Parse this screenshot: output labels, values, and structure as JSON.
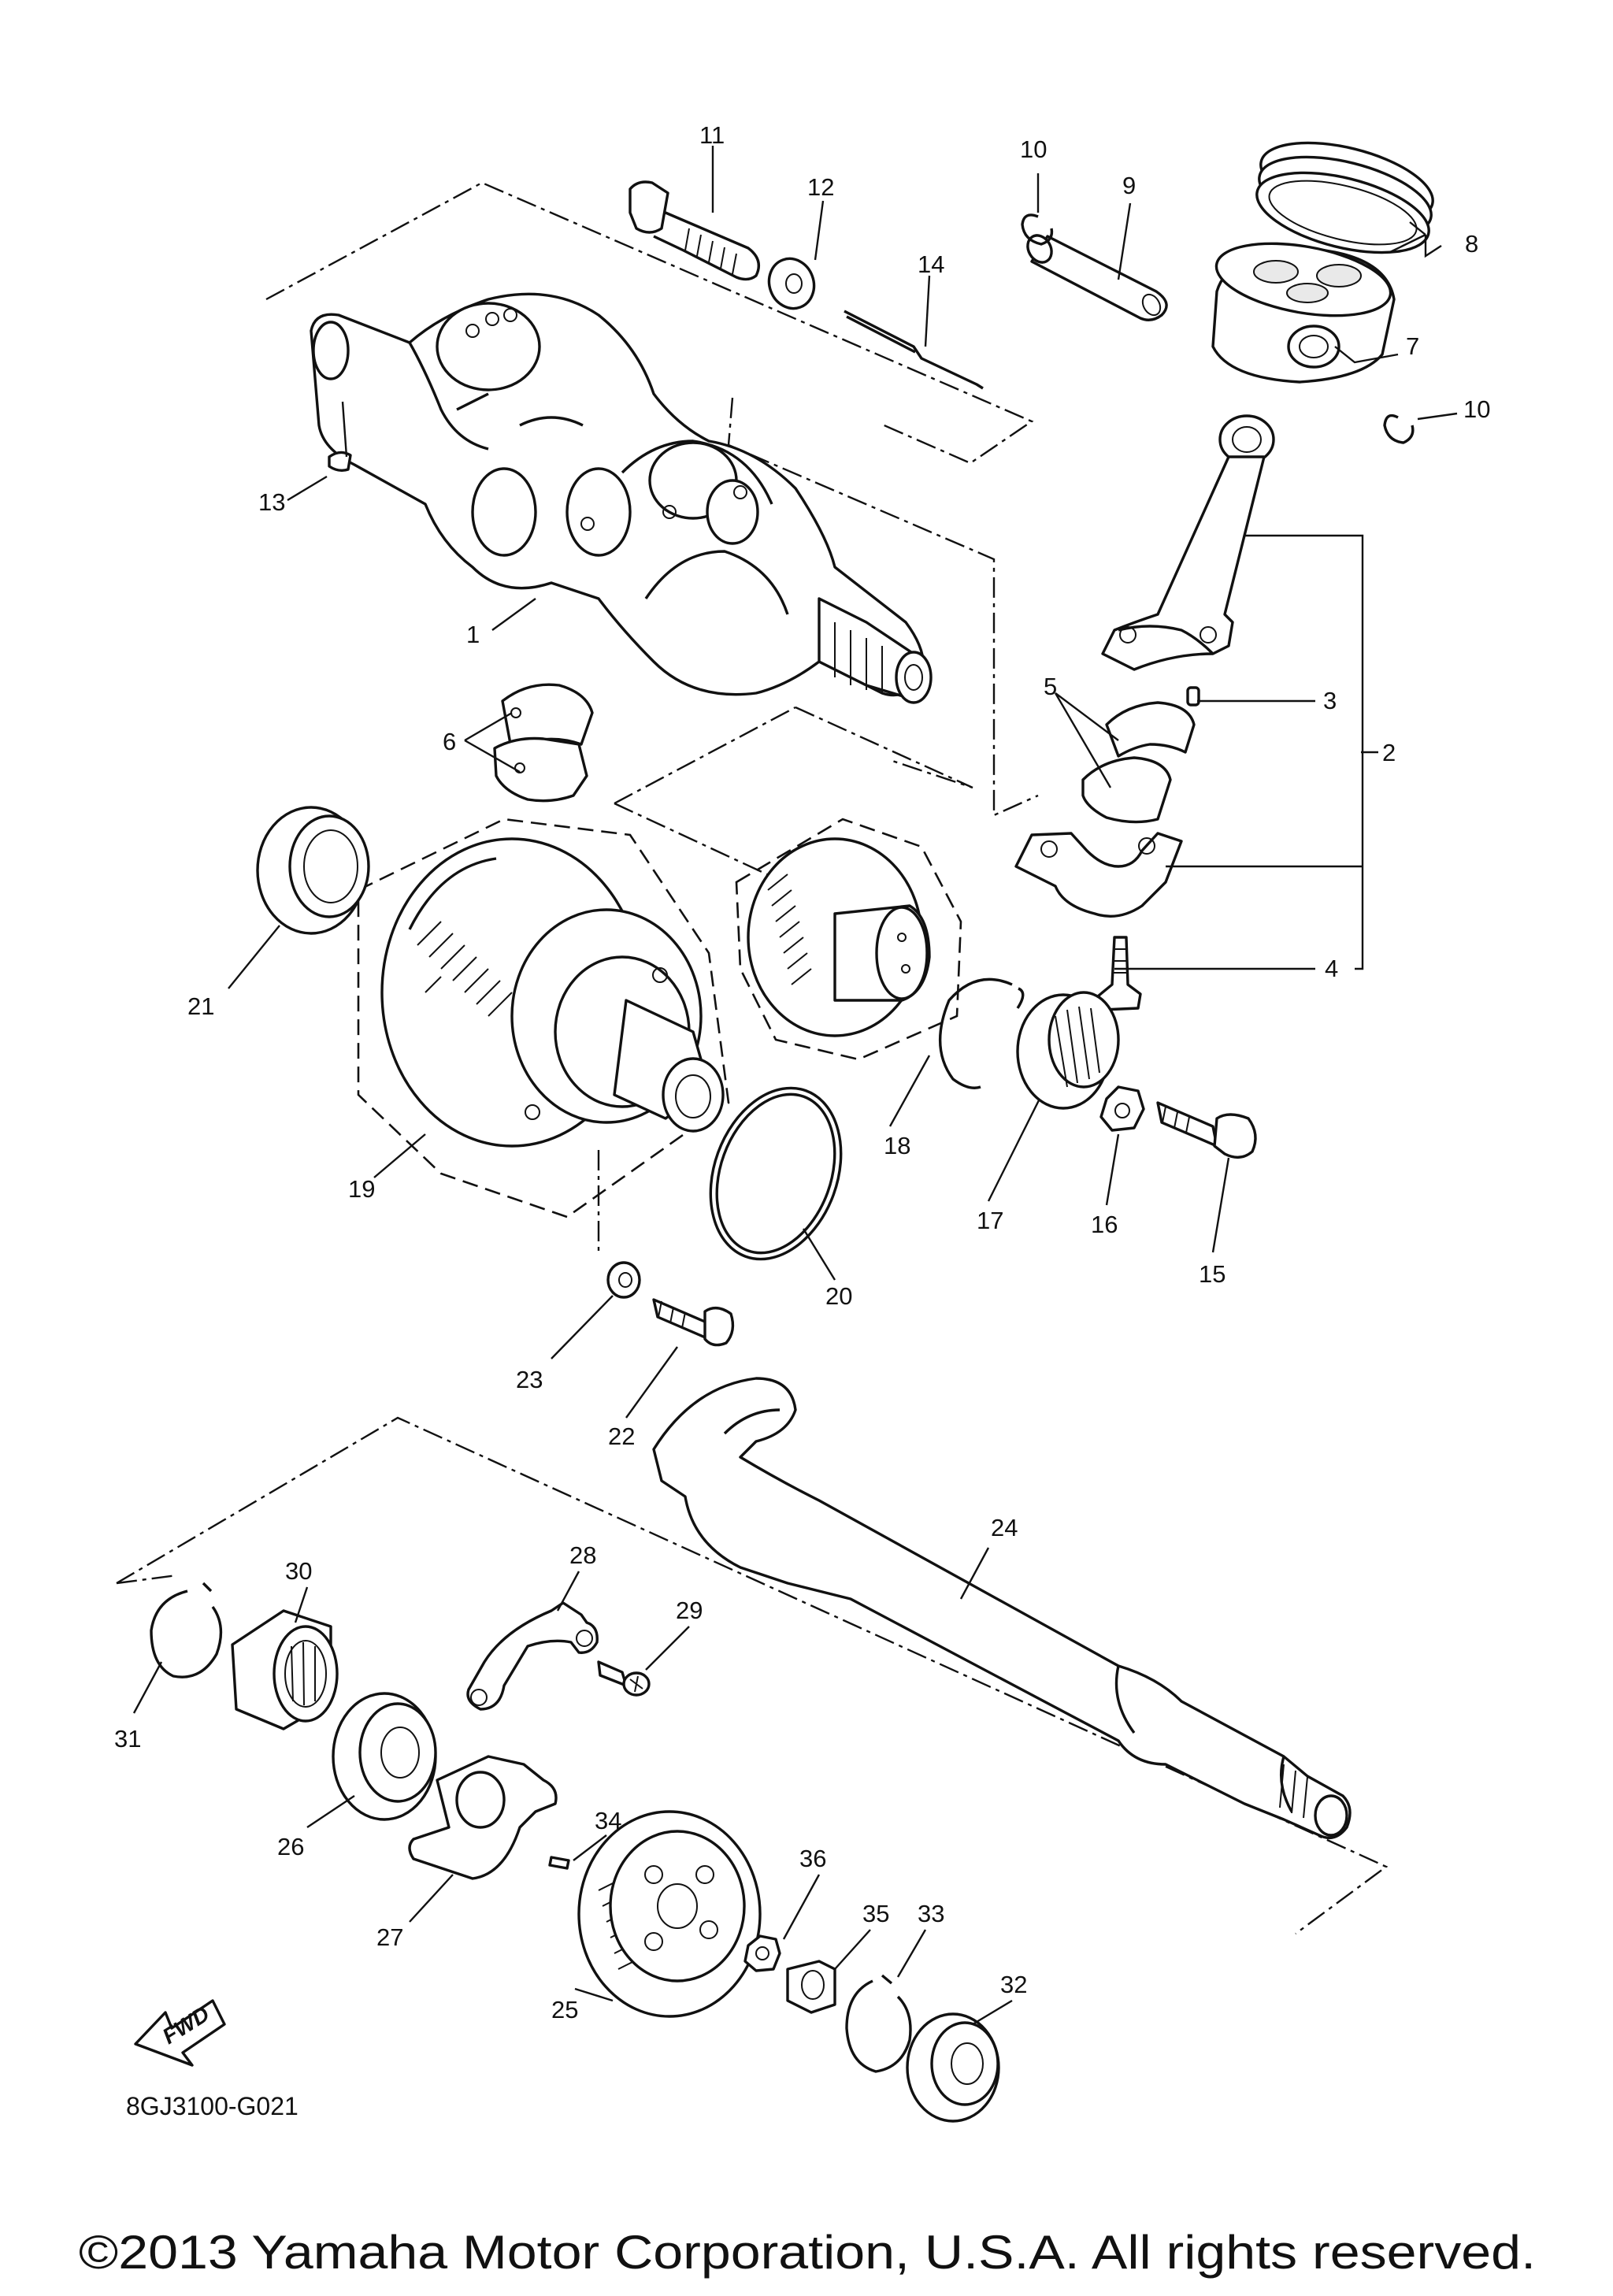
{
  "diagram": {
    "diagram_code": "8GJ3100-G021",
    "copyright": "©2013 Yamaha Motor Corporation, U.S.A. All rights reserved.",
    "fwd_label": "FWD",
    "callouts": [
      {
        "id": "c1",
        "label": "1"
      },
      {
        "id": "c2",
        "label": "2"
      },
      {
        "id": "c3",
        "label": "3"
      },
      {
        "id": "c4",
        "label": "4"
      },
      {
        "id": "c5",
        "label": "5"
      },
      {
        "id": "c6",
        "label": "6"
      },
      {
        "id": "c7",
        "label": "7"
      },
      {
        "id": "c8",
        "label": "8"
      },
      {
        "id": "c9",
        "label": "9"
      },
      {
        "id": "c10a",
        "label": "10"
      },
      {
        "id": "c10b",
        "label": "10"
      },
      {
        "id": "c11",
        "label": "11"
      },
      {
        "id": "c12",
        "label": "12"
      },
      {
        "id": "c13",
        "label": "13"
      },
      {
        "id": "c14",
        "label": "14"
      },
      {
        "id": "c15",
        "label": "15"
      },
      {
        "id": "c16",
        "label": "16"
      },
      {
        "id": "c17",
        "label": "17"
      },
      {
        "id": "c18",
        "label": "18"
      },
      {
        "id": "c19",
        "label": "19"
      },
      {
        "id": "c20",
        "label": "20"
      },
      {
        "id": "c21",
        "label": "21"
      },
      {
        "id": "c22",
        "label": "22"
      },
      {
        "id": "c23",
        "label": "23"
      },
      {
        "id": "c24",
        "label": "24"
      },
      {
        "id": "c25",
        "label": "25"
      },
      {
        "id": "c26",
        "label": "26"
      },
      {
        "id": "c27",
        "label": "27"
      },
      {
        "id": "c28",
        "label": "28"
      },
      {
        "id": "c29",
        "label": "29"
      },
      {
        "id": "c30",
        "label": "30"
      },
      {
        "id": "c31",
        "label": "31"
      },
      {
        "id": "c32",
        "label": "32"
      },
      {
        "id": "c33",
        "label": "33"
      },
      {
        "id": "c34",
        "label": "34"
      },
      {
        "id": "c35",
        "label": "35"
      },
      {
        "id": "c36",
        "label": "36"
      }
    ]
  }
}
